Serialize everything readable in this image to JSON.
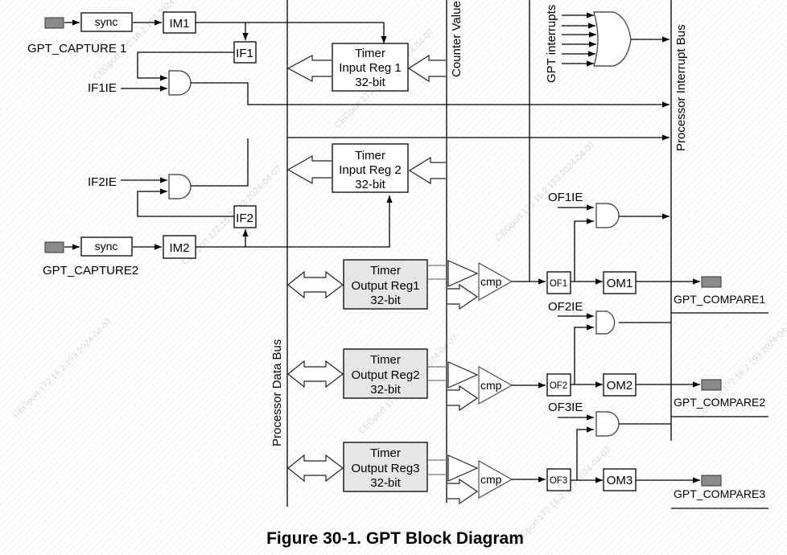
{
  "figure": {
    "caption": "Figure 30-1. GPT Block Diagram"
  },
  "buses": {
    "data_bus": "Processor Data Bus",
    "counter_value": "Counter Value",
    "gpt_interrupts": "GPT interrupts",
    "interrupt_bus": "Processor Interrupt Bus"
  },
  "capture": [
    {
      "pin": "GPT_CAPTURE 1",
      "sync": "sync",
      "mode": "IM1",
      "flag": "IF1",
      "enable": "IF1IE",
      "register": [
        "Timer",
        "Input Reg 1",
        "32-bit"
      ]
    },
    {
      "pin": "GPT_CAPTURE2",
      "sync": "sync",
      "mode": "IM2",
      "flag": "IF2",
      "enable": "IF2IE",
      "register": [
        "Timer",
        "Input Reg 2",
        "32-bit"
      ]
    }
  ],
  "compare": [
    {
      "register": [
        "Timer",
        "Output Reg1",
        "32-bit"
      ],
      "cmp": "cmp",
      "flag": "OF1",
      "enable": "OF1IE",
      "mode": "OM1",
      "pin": "GPT_COMPARE1"
    },
    {
      "register": [
        "Timer",
        "Output Reg2",
        "32-bit"
      ],
      "cmp": "cmp",
      "flag": "OF2",
      "enable": "OF2IE",
      "mode": "OM2",
      "pin": "GPT_COMPARE2"
    },
    {
      "register": [
        "Timer",
        "Output Reg3",
        "32-bit"
      ],
      "cmp": "cmp",
      "flag": "OF3",
      "enable": "OF3IE",
      "mode": "OM3",
      "pin": "GPT_COMPARE3"
    }
  ],
  "watermark": "CEGport 172.16.2.193 2024-04-07"
}
